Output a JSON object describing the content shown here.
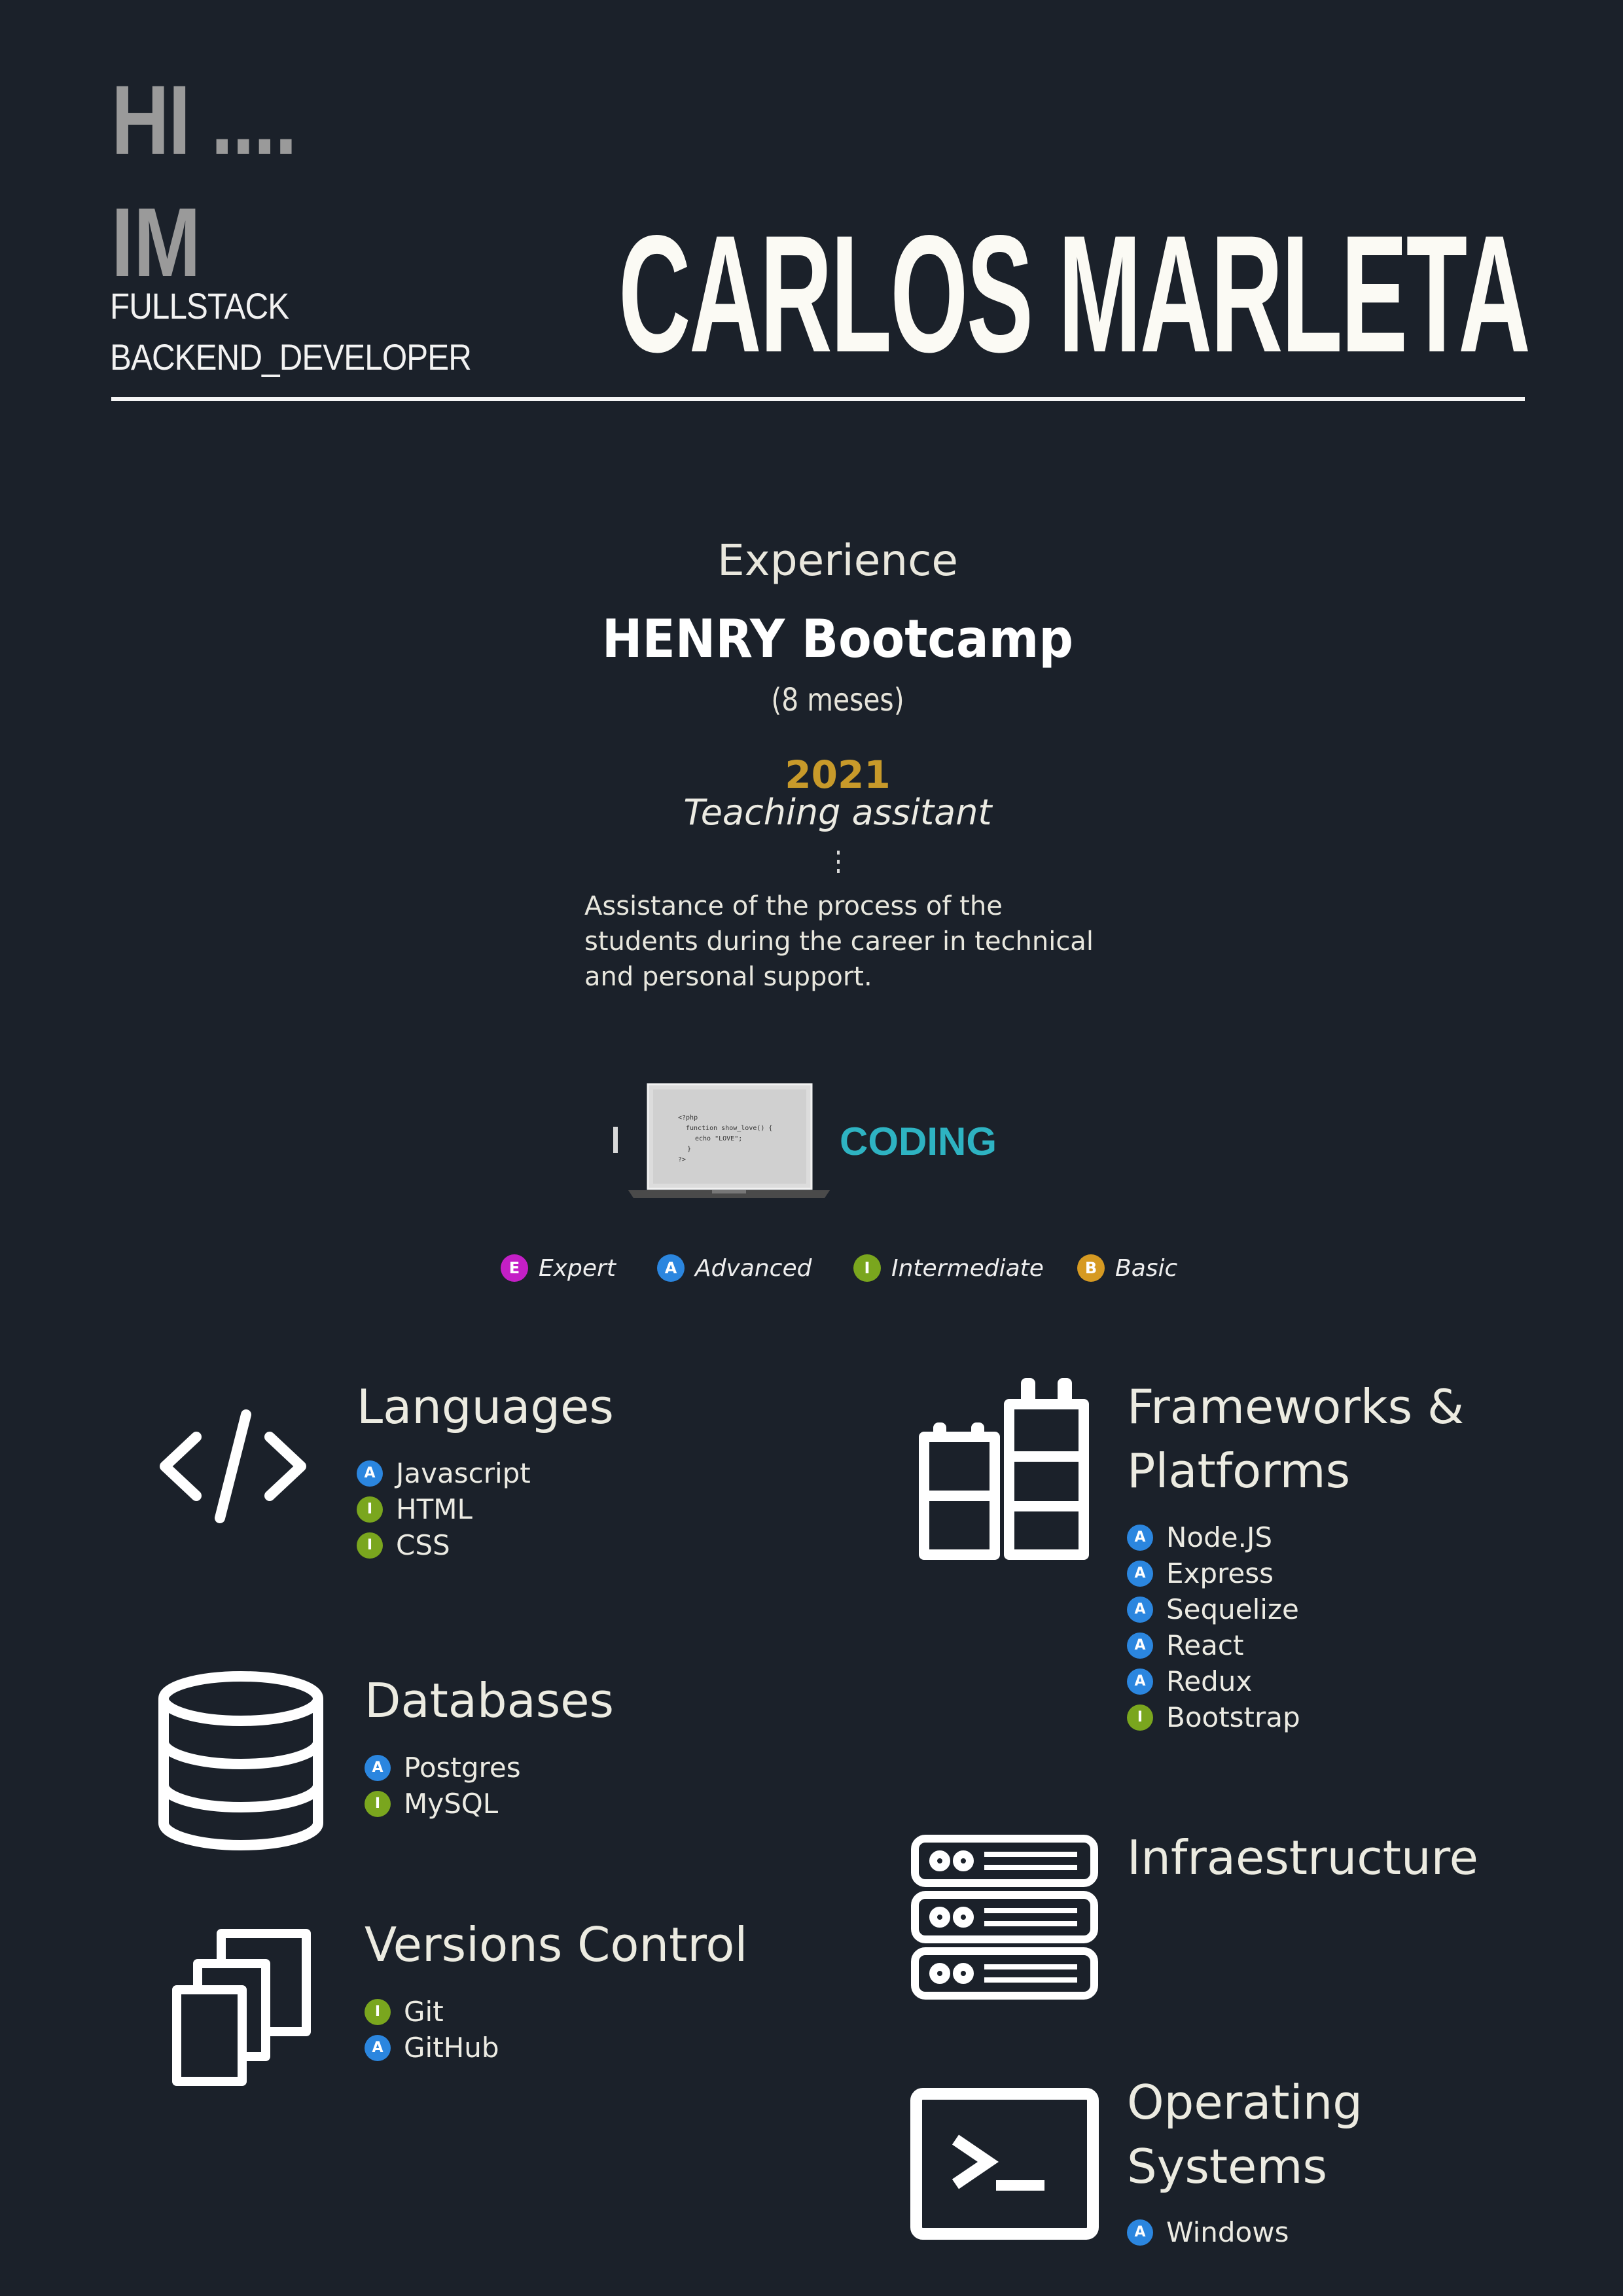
{
  "header": {
    "greeting": "HI ....",
    "im": "IM",
    "role_line1": "FULLSTACK",
    "role_line2": "BACKEND_DEVELOPER",
    "name": "CARLOS MARLETA"
  },
  "experience": {
    "title": "Experience",
    "company": "HENRY Bootcamp",
    "duration": "(8 meses)",
    "year": "2021",
    "role": "Teaching assitant",
    "description": "Assistance of the process of the students during the career in technical and personal support."
  },
  "coding": {
    "label": "CODING",
    "code_lines": [
      "<?php",
      "function show_love() {",
      "echo \"LOVE\";",
      "}",
      "?>"
    ]
  },
  "legend": [
    {
      "letter": "E",
      "label": "Expert",
      "color": "#c41fc6"
    },
    {
      "letter": "A",
      "label": "Advanced",
      "color": "#2b86df"
    },
    {
      "letter": "I",
      "label": "Intermediate",
      "color": "#7aa61e"
    },
    {
      "letter": "B",
      "label": "Basic",
      "color": "#d69a22"
    }
  ],
  "level_colors": {
    "E": "#c41fc6",
    "A": "#2b86df",
    "I": "#7aa61e",
    "B": "#d69a22"
  },
  "sections": {
    "languages": {
      "title": "Languages",
      "icon": "code-icon",
      "items": [
        {
          "level": "A",
          "name": "Javascript"
        },
        {
          "level": "I",
          "name": "HTML"
        },
        {
          "level": "I",
          "name": "CSS"
        }
      ]
    },
    "frameworks": {
      "title_line1": "Frameworks &",
      "title_line2": "Platforms",
      "icon": "building-blocks-icon",
      "items": [
        {
          "level": "A",
          "name": "Node.JS"
        },
        {
          "level": "A",
          "name": "Express"
        },
        {
          "level": "A",
          "name": "Sequelize"
        },
        {
          "level": "A",
          "name": "React"
        },
        {
          "level": "A",
          "name": "Redux"
        },
        {
          "level": "I",
          "name": "Bootstrap"
        }
      ]
    },
    "databases": {
      "title": "Databases",
      "icon": "database-icon",
      "items": [
        {
          "level": "A",
          "name": "Postgres"
        },
        {
          "level": "I",
          "name": "MySQL"
        }
      ]
    },
    "infrastructure": {
      "title": "Infraestructure",
      "icon": "server-rack-icon",
      "items": []
    },
    "version_control": {
      "title": "Versions Control",
      "icon": "copies-icon",
      "items": [
        {
          "level": "I",
          "name": "Git"
        },
        {
          "level": "A",
          "name": "GitHub"
        }
      ]
    },
    "operating_systems": {
      "title_line1": "Operating",
      "title_line2": "Systems",
      "icon": "terminal-icon",
      "items": [
        {
          "level": "A",
          "name": "Windows"
        }
      ]
    }
  }
}
